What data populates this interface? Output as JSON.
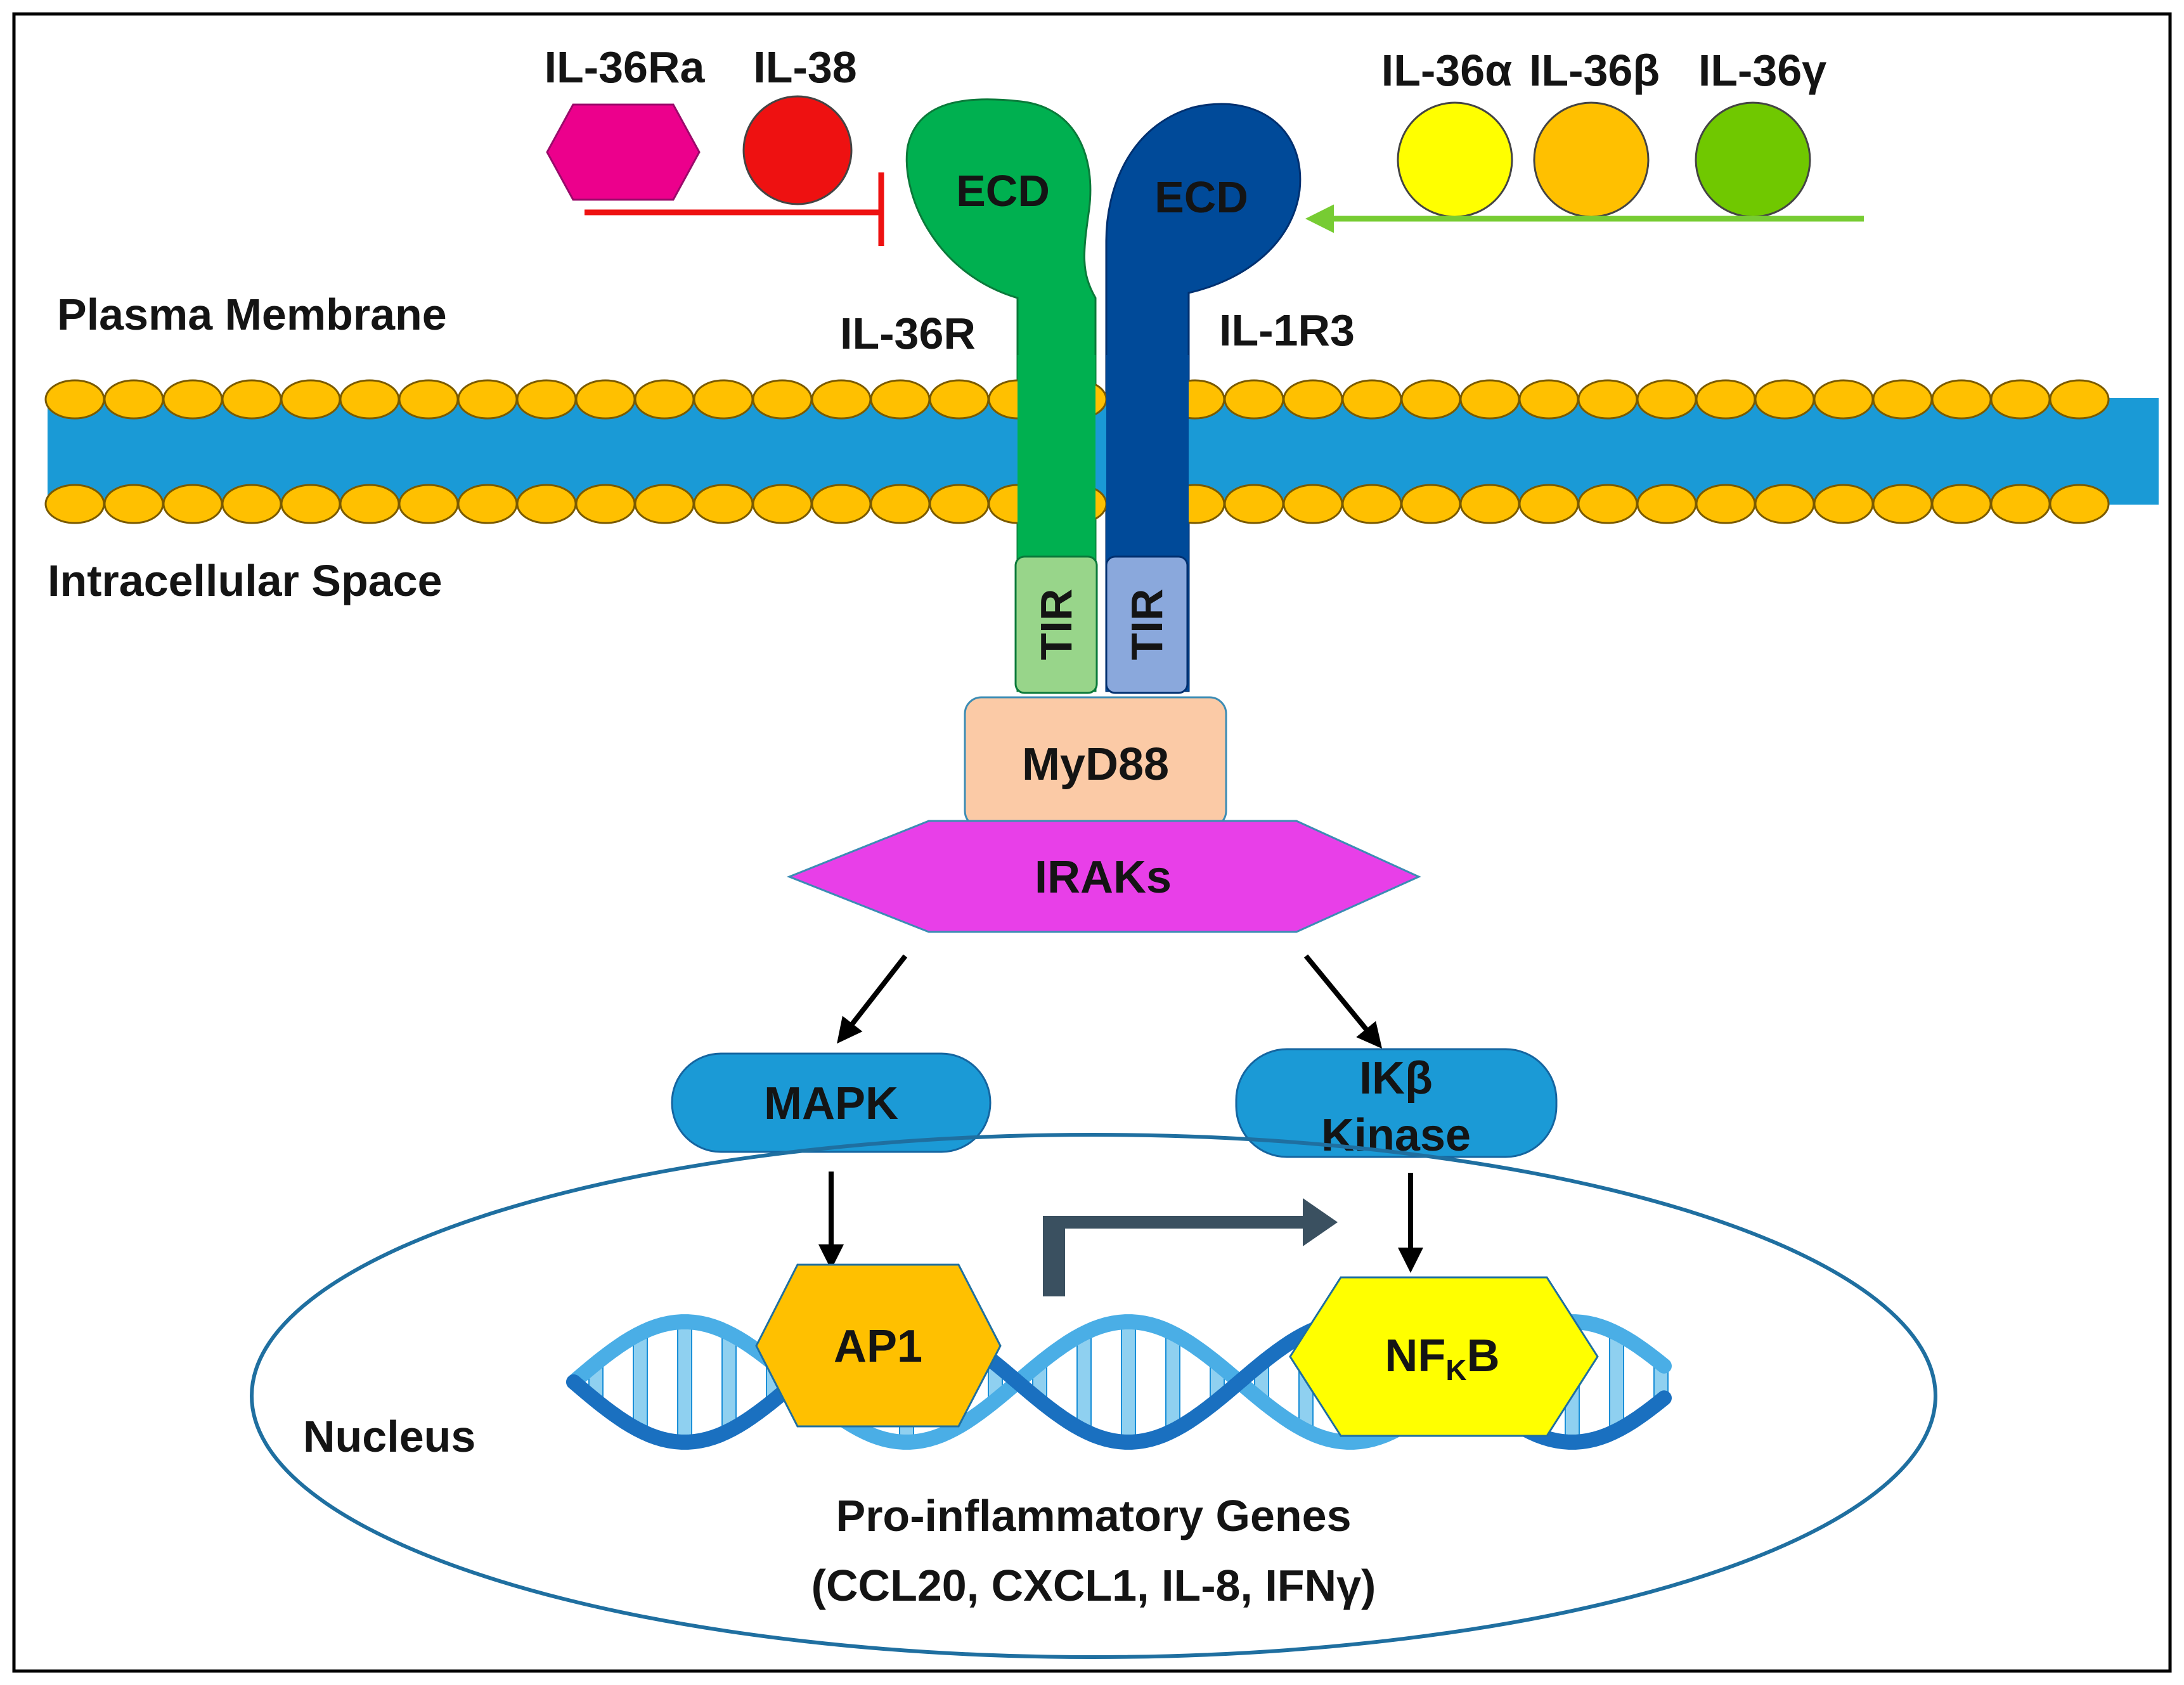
{
  "extracellular": {
    "antagonists": [
      "IL-36Ra",
      "IL-38"
    ],
    "agonists": [
      "IL-36α",
      "IL-36β",
      "IL-36γ"
    ]
  },
  "membrane": {
    "plasma_label": "Plasma Membrane",
    "intracellular_label": "Intracellular Space"
  },
  "receptors": {
    "left": {
      "name": "IL-36R",
      "ecd": "ECD",
      "tir": "TIR"
    },
    "right": {
      "name": "IL-1R3",
      "ecd": "ECD",
      "tir": "TIR"
    }
  },
  "adaptors": {
    "myd88": "MyD88",
    "iraks": "IRAKs"
  },
  "kinases": {
    "mapk": "MAPK",
    "ikb_line1": "IKβ",
    "ikb_line2": "Kinase"
  },
  "nucleus": {
    "label": "Nucleus",
    "ap1": "AP1",
    "nfkb_main": "NF",
    "nfkb_sub": "K",
    "nfkb_tail": "B",
    "genes_line1": "Pro-inflammatory Genes",
    "genes_line2": "(CCL20, CXCL1, IL-8, IFNγ)"
  },
  "colors": {
    "il36ra": "#ec008c",
    "il38": "#ee1111",
    "il36a": "#ffff00",
    "il36b": "#ffc000",
    "il36g": "#70c800",
    "il36r": "#00b050",
    "il1r3": "#004a99",
    "tir_left": "#98d58a",
    "tir_right": "#8aa8dc",
    "membrane": "#1a9ad6",
    "lipid_head": "#ffc000",
    "myd88": "#fbcaa6",
    "iraks": "#e83fe8",
    "kinase_box": "#1b9ad6",
    "ap1": "#ffc000",
    "nfkb": "#ffff00",
    "nucleus_border": "#1f6fa0",
    "inhibit_line": "#ee1111",
    "activate_arrow": "#77cc33",
    "dna": "#1a8fd8",
    "transcription_arrow": "#3a5060"
  }
}
